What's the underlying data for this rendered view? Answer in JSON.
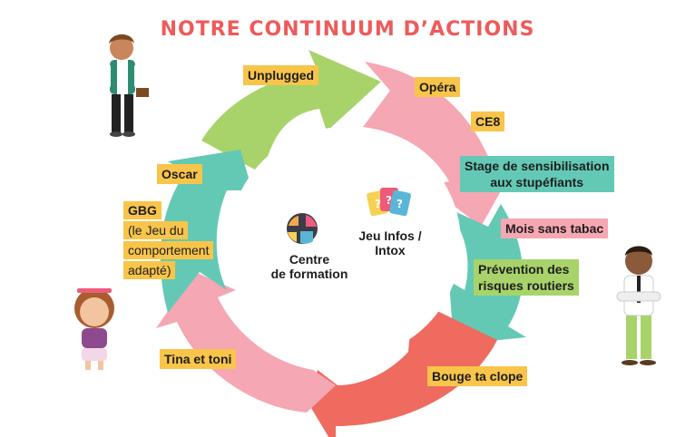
{
  "title": "NOTRE CONTINUUM D’ACTIONS",
  "center": {
    "left_label_line1": "Centre",
    "left_label_line2": "de formation",
    "right_label_line1": "Jeu Infos /",
    "right_label_line2": "Intox"
  },
  "actions": {
    "unplugged": "Unplugged",
    "opera": "Opéra",
    "ce8": "CE8",
    "stage_line1": "Stage de sensibilisation",
    "stage_line2": "aux stupéfiants",
    "mois_sans_tabac": "Mois sans tabac",
    "prevention_line1": "Prévention des",
    "prevention_line2": "risques routiers",
    "bouge": "Bouge ta clope",
    "tina": "Tina et toni",
    "oscar": "Oscar",
    "gbg_line1": "GBG",
    "gbg_line2": "(le Jeu du",
    "gbg_line3": "comportement",
    "gbg_line4": "adapté)"
  },
  "colors": {
    "title": "#ef5a5a",
    "green": "#a8d36a",
    "pink": "#f5a7b3",
    "teal": "#63c9b5",
    "coral": "#ef6b5f",
    "yellow": "#f8c54a"
  }
}
